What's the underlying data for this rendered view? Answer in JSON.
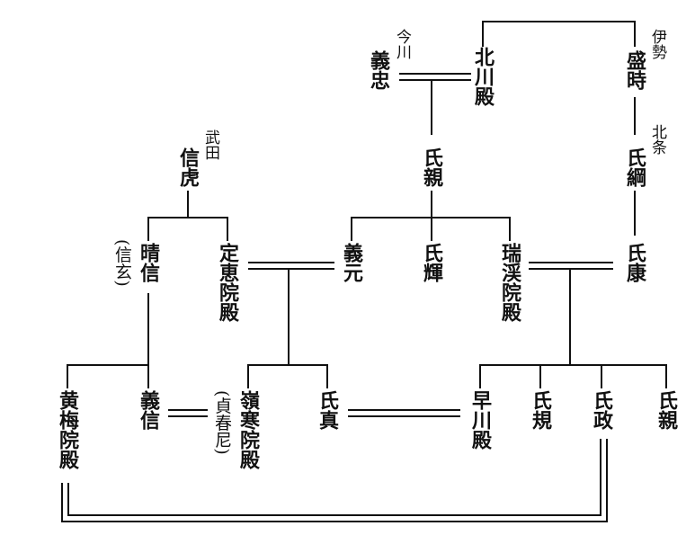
{
  "persons": {
    "imagawa_yoshitada": {
      "clan": "今川",
      "name": "義忠"
    },
    "kitagawa_dono": {
      "name": "北川殿"
    },
    "ise_moritoki": {
      "clan": "伊勢",
      "name": "盛時"
    },
    "imagawa_ujichika": {
      "name": "氏親"
    },
    "hojo_ujitsuna": {
      "clan": "北条",
      "name": "氏綱"
    },
    "takeda_nobutora": {
      "clan": "武田",
      "name": "信虎"
    },
    "harunobu": {
      "name": "晴信",
      "alias": "(信玄)"
    },
    "joekein": {
      "name": "定恵院殿"
    },
    "yoshimoto": {
      "name": "義元"
    },
    "ujiteru": {
      "name": "氏輝"
    },
    "zuikeiin": {
      "name": "瑞渓院殿"
    },
    "ujiyasu": {
      "name": "氏康"
    },
    "obaiin": {
      "name": "黄梅院殿"
    },
    "yoshinobu": {
      "name": "義信"
    },
    "reishoin": {
      "name": "嶺寒院殿",
      "alias": "(貞春尼)"
    },
    "ujizane": {
      "name": "氏真"
    },
    "hayakawa_dono": {
      "name": "早川殿"
    },
    "ujinori": {
      "name": "氏規"
    },
    "ujimasa": {
      "name": "氏政"
    },
    "ujichika_hojo": {
      "name": "氏親"
    }
  }
}
